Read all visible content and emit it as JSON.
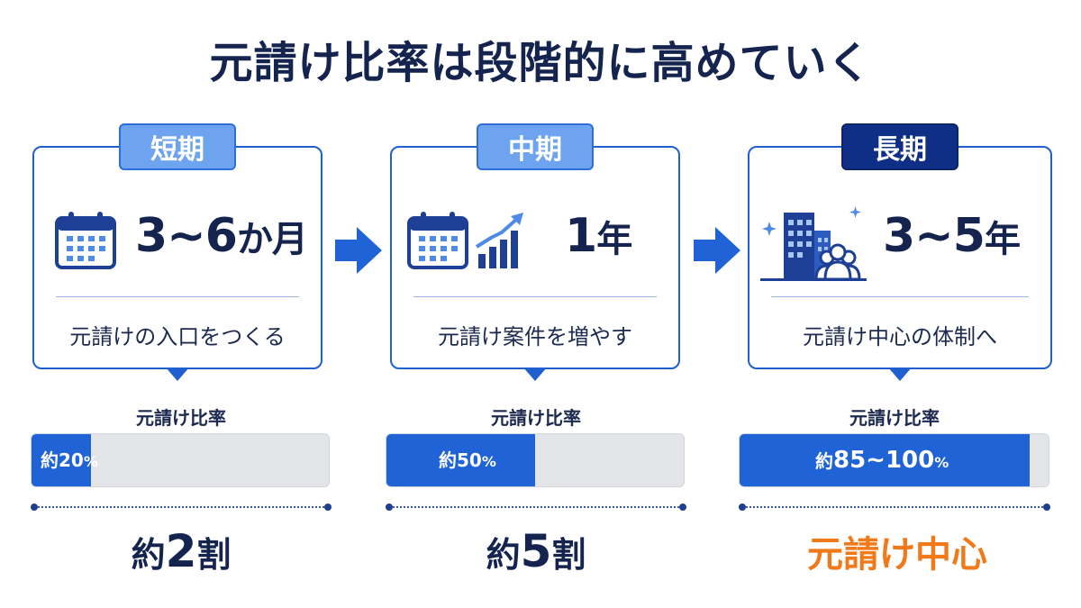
{
  "title": "元請け比率は段階的に高めていく",
  "colors": {
    "primary": "#1f63d6",
    "dark_navy": "#0f2f86",
    "light_badge": "#6ea4ef",
    "bar_track": "#e3e5e9",
    "accent_orange": "#f07a1a",
    "text": "#14244f"
  },
  "ratio_label": "元請け比率",
  "stages": [
    {
      "badge": "短期",
      "period_num": "3~6",
      "period_unit": "か月",
      "icons": [
        "calendar-icon"
      ],
      "goal": "元請けの入口をつくる",
      "bar_prefix": "約",
      "bar_value": "20",
      "bar_unit": "%",
      "bar_fill_percent": 20,
      "summary_prefix": "約",
      "summary_big": "2",
      "summary_suffix": "割"
    },
    {
      "badge": "中期",
      "period_num": "1",
      "period_unit": "年",
      "icons": [
        "calendar-icon",
        "growth-chart-icon"
      ],
      "goal": "元請け案件を増やす",
      "bar_prefix": "約",
      "bar_value": "50",
      "bar_unit": "%",
      "bar_fill_percent": 50,
      "summary_prefix": "約",
      "summary_big": "5",
      "summary_suffix": "割"
    },
    {
      "badge": "長期",
      "period_num": "3~5",
      "period_unit": "年",
      "icons": [
        "building-people-icon"
      ],
      "goal": "元請け中心の体制へ",
      "bar_prefix": "約",
      "bar_value": "85~100",
      "bar_unit": "%",
      "bar_fill_percent": 94,
      "summary_text": "元請け中心"
    }
  ]
}
